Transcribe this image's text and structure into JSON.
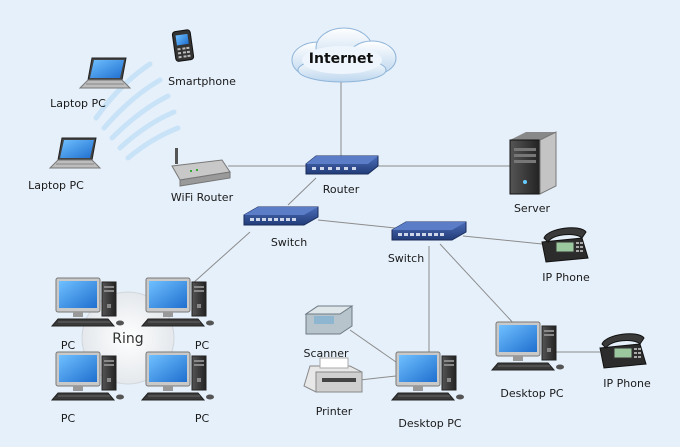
{
  "nodes": {
    "internet": "Internet",
    "smartphone": "Smartphone",
    "laptop_pc_1": "Laptop PC",
    "laptop_pc_2": "Laptop PC",
    "wifi_router": "WiFi Router",
    "router": "Router",
    "server": "Server",
    "switch_1": "Switch",
    "switch_2": "Switch",
    "ip_phone_1": "IP Phone",
    "ip_phone_2": "IP Phone",
    "ring": "Ring",
    "pc_1": "PC",
    "pc_2": "PC",
    "pc_3": "PC",
    "pc_4": "PC",
    "scanner": "Scanner",
    "printer": "Printer",
    "desktop_pc_1": "Desktop PC",
    "desktop_pc_2": "Desktop PC"
  },
  "icons": {
    "cloud": "cloud-icon",
    "router": "router-icon",
    "switch": "switch-icon",
    "server": "server-tower-icon",
    "computer": "desktop-computer-icon",
    "laptop": "laptop-icon",
    "phone": "ip-phone-icon",
    "smartphone": "smartphone-icon",
    "wifi_router": "wifi-router-icon",
    "scanner": "scanner-icon",
    "printer": "printer-icon"
  },
  "colors": {
    "background": "#e6f0fa",
    "device_blue": "#2e4a8c",
    "screen_blue": "#2f8fe0",
    "link_gray": "#8c8c8c",
    "wifi_waves": "#c8e2f7"
  }
}
